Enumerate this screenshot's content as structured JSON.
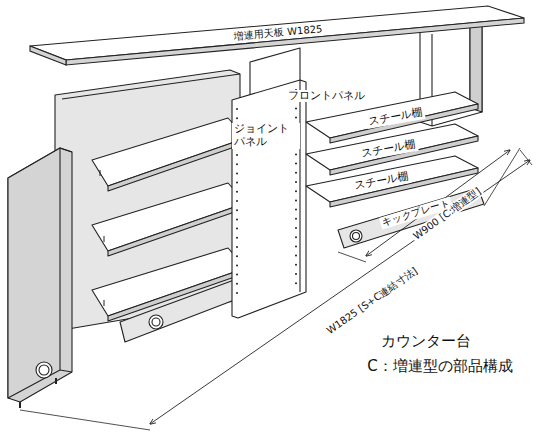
{
  "diagram": {
    "nodes": [
      {
        "text": [
          "増連用天板 W1825"
        ]
      }
    ],
    "labels": [
      "フロントパネル",
      "ジョイント パネル",
      "スチール棚",
      "スチール棚",
      "スチール棚",
      "キックプレート",
      "W900 [C:増連型]",
      "W1825 [S+C連結寸法]",
      "カウンター台",
      "C：増連型の部品構成"
    ]
  }
}
